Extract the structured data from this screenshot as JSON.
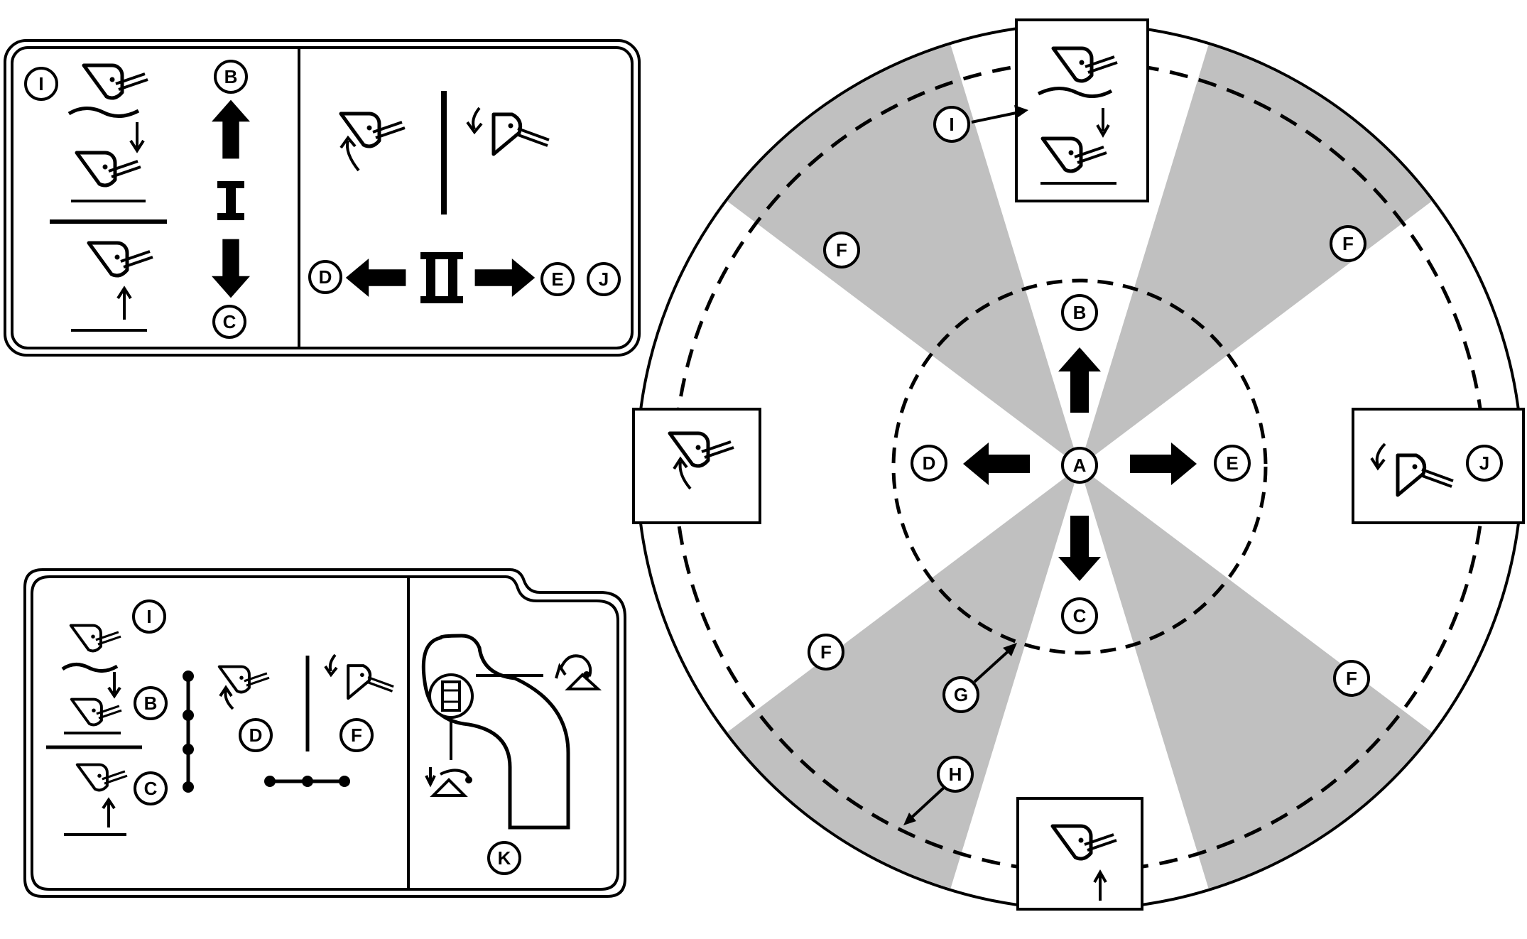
{
  "colors": {
    "line": "#000000",
    "background": "#ffffff",
    "sector_fill": "#c0c0c0"
  },
  "panel_top": {
    "callouts": {
      "i": "I",
      "b": "B",
      "c": "C",
      "d": "D",
      "e": "E",
      "j": "J"
    },
    "icons": [
      "bucket-icon",
      "up-arrow-icon",
      "down-arrow-icon",
      "left-arrow-icon",
      "right-arrow-icon",
      "roman-one-icon",
      "roman-two-icon"
    ]
  },
  "panel_bottom": {
    "callouts": {
      "i": "I",
      "b": "B",
      "c": "C",
      "d": "D",
      "f": "F",
      "k": "K"
    },
    "icons": [
      "bucket-icon",
      "dot-line-icon",
      "shift-gate-icon",
      "joystick-base-icon"
    ]
  },
  "dial": {
    "center_label": "A",
    "inner_labels": {
      "b": "B",
      "c": "C",
      "d": "D",
      "e": "E"
    },
    "sector_labels": [
      "F",
      "F",
      "F",
      "F"
    ],
    "pointer_labels": {
      "g": "G",
      "h": "H"
    },
    "box_labels": {
      "i": "I",
      "j": "J"
    },
    "icons": [
      "bucket-icon",
      "up-arrow-icon",
      "down-arrow-icon",
      "left-arrow-icon",
      "right-arrow-icon"
    ]
  }
}
